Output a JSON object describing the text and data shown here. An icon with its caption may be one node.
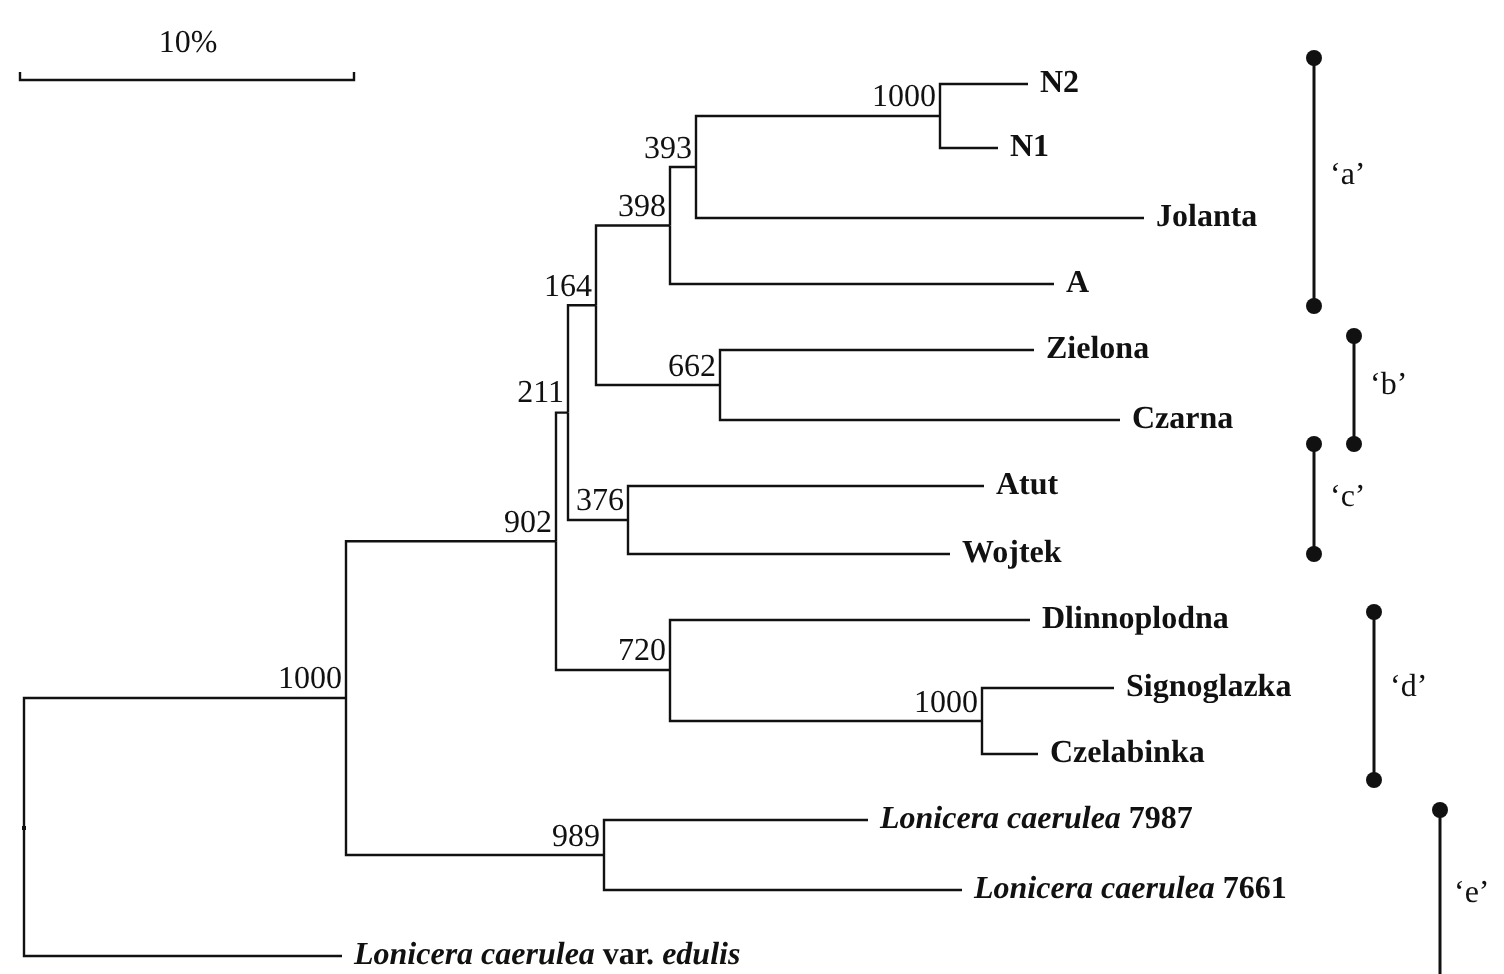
{
  "diagram": {
    "nodes": [
      {
        "text": [],
        "shape": "point"
      },
      {
        "text": [
          "1000"
        ]
      },
      {
        "text": [
          "902"
        ]
      },
      {
        "text": [
          "211"
        ]
      },
      {
        "text": [
          "164"
        ]
      },
      {
        "text": [
          "398"
        ]
      },
      {
        "text": [
          "393"
        ]
      },
      {
        "text": [
          "1000"
        ]
      },
      {
        "text": [
          "N2"
        ]
      },
      {
        "text": [
          "N1"
        ]
      },
      {
        "text": [
          "Jolanta"
        ]
      },
      {
        "text": [
          "A"
        ]
      },
      {
        "text": [
          "662"
        ]
      },
      {
        "text": [
          "Zielona"
        ]
      },
      {
        "text": [
          "Czarna"
        ]
      },
      {
        "text": [
          "376"
        ]
      },
      {
        "text": [
          "Atut"
        ]
      },
      {
        "text": [
          "Wojtek"
        ]
      },
      {
        "text": [
          "720"
        ]
      },
      {
        "text": [
          "Dlinnoplodna"
        ]
      },
      {
        "text": [
          "1000"
        ]
      },
      {
        "text": [
          "Signoglazka"
        ]
      },
      {
        "text": [
          "Czelabinka"
        ]
      },
      {
        "text": [
          "989"
        ]
      },
      {
        "text": [
          "*Lonicera caerulea* 7987"
        ]
      },
      {
        "text": [
          "*Lonicera caerulea* 7661"
        ]
      },
      {
        "text": [
          "*Lonicera caerulea* var. *edulis*"
        ]
      }
    ],
    "edges": [
      {
        "from": 0,
        "to": 1,
        "arrow": "none"
      },
      {
        "from": 0,
        "to": 26,
        "arrow": "none"
      },
      {
        "from": 1,
        "to": 2,
        "arrow": "none"
      },
      {
        "from": 1,
        "to": 23,
        "arrow": "none"
      },
      {
        "from": 2,
        "to": 3,
        "arrow": "none"
      },
      {
        "from": 2,
        "to": 18,
        "arrow": "none"
      },
      {
        "from": 3,
        "to": 4,
        "arrow": "none"
      },
      {
        "from": 3,
        "to": 15,
        "arrow": "none"
      },
      {
        "from": 4,
        "to": 5,
        "arrow": "none"
      },
      {
        "from": 4,
        "to": 12,
        "arrow": "none"
      },
      {
        "from": 5,
        "to": 6,
        "arrow": "none"
      },
      {
        "from": 5,
        "to": 11,
        "arrow": "none"
      },
      {
        "from": 6,
        "to": 7,
        "arrow": "none"
      },
      {
        "from": 6,
        "to": 10,
        "arrow": "none"
      },
      {
        "from": 7,
        "to": 8,
        "arrow": "none"
      },
      {
        "from": 7,
        "to": 9,
        "arrow": "none"
      },
      {
        "from": 12,
        "to": 13,
        "arrow": "none"
      },
      {
        "from": 12,
        "to": 14,
        "arrow": "none"
      },
      {
        "from": 15,
        "to": 16,
        "arrow": "none"
      },
      {
        "from": 15,
        "to": 17,
        "arrow": "none"
      },
      {
        "from": 18,
        "to": 19,
        "arrow": "none"
      },
      {
        "from": 18,
        "to": 20,
        "arrow": "none"
      },
      {
        "from": 20,
        "to": 21,
        "arrow": "none"
      },
      {
        "from": 20,
        "to": 22,
        "arrow": "none"
      },
      {
        "from": 23,
        "to": 24,
        "arrow": "none"
      },
      {
        "from": 23,
        "to": 25,
        "arrow": "none"
      }
    ],
    "labels": [
      "10%",
      "‘a’",
      "‘b’",
      "‘c’",
      "‘d’",
      "‘e’"
    ]
  }
}
